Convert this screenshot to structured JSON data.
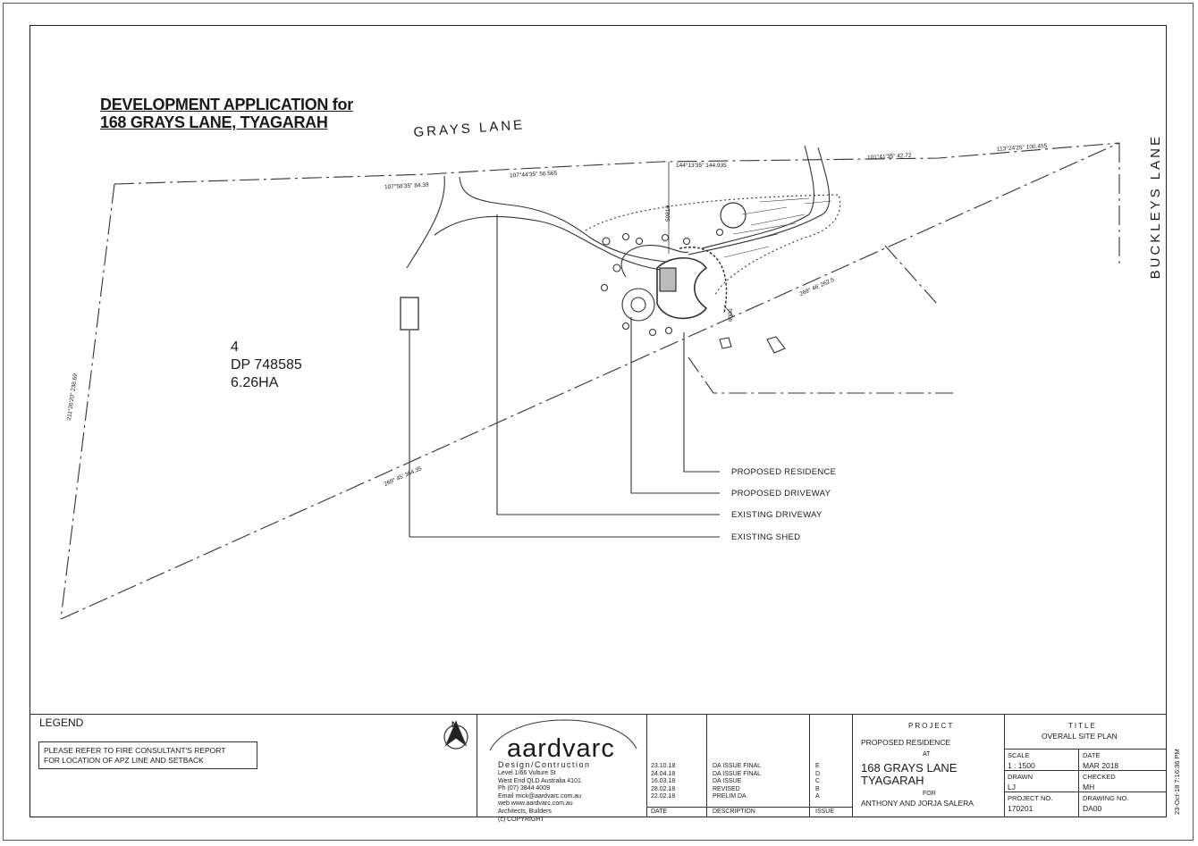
{
  "heading": {
    "line1": "DEVELOPMENT APPLICATION for",
    "line2": "168 GRAYS LANE, TYAGARAH"
  },
  "roads": {
    "grays_lane": "GRAYS LANE",
    "buckleys_lane": "BUCKLEYS LANE"
  },
  "lot": {
    "number": "4",
    "dp": "DP 748585",
    "area": "6.26HA"
  },
  "dimensions": {
    "d1": "107°58'35\"   84.39",
    "d2": "107°44'35\"   56.565",
    "d3": "144°13'35\"   144.935",
    "d4": "101°41'35\"   42.72",
    "d5": "113°24'25\"   100.455",
    "d6": "269° 46'   262.5",
    "d7": "269° 45'   364.35",
    "d8": "211°26'20\"  238.69",
    "d9": "50810",
    "d10": "6000"
  },
  "callouts": [
    "PROPOSED RESIDENCE",
    "PROPOSED DRIVEWAY",
    "EXISTING DRIVEWAY",
    "EXISTING SHED"
  ],
  "legend": {
    "title": "LEGEND",
    "note_line1": "PLEASE REFER TO FIRE CONSULTANT'S REPORT",
    "note_line2": "FOR LOCATION OF APZ LINE AND SETBACK"
  },
  "north": "N",
  "firm": {
    "logo": "aardvarc",
    "tagline": "Design/Contruction",
    "address_lines": [
      "Level 1/66 Vulture St",
      "West End QLD Australia 4101",
      "Ph (07) 3844 4009",
      "Email mick@aardvarc.com.au",
      "web www.aardvarc.com.au",
      "Architects, Builders",
      "(c) COPYRIGHT"
    ]
  },
  "revisions": {
    "headers": {
      "date": "DATE",
      "description": "DESCRIPTION",
      "issue": "ISSUE"
    },
    "rows": [
      {
        "date": "23.10.18",
        "description": "DA ISSUE FINAL",
        "issue": "E"
      },
      {
        "date": "24.04.18",
        "description": "DA ISSUE FINAL",
        "issue": "D"
      },
      {
        "date": "16.03.18",
        "description": "DA ISSUE",
        "issue": "C"
      },
      {
        "date": "28.02.18",
        "description": "REVISED",
        "issue": "B"
      },
      {
        "date": "22.02.18",
        "description": "PRELIM DA",
        "issue": "A"
      }
    ]
  },
  "project": {
    "label": "PROJECT",
    "name": "PROPOSED RESIDENCE",
    "at": "AT",
    "address1": "168 GRAYS LANE",
    "address2": "TYAGARAH",
    "for": "FOR",
    "client": "ANTHONY AND JORJA SALERA"
  },
  "title_block": {
    "label": "TITLE",
    "title": "OVERALL SITE PLAN",
    "scale_label": "SCALE",
    "scale": "1 : 1500",
    "date_label": "DATE",
    "date": "MAR 2018",
    "drawn_label": "DRAWN",
    "drawn": "LJ",
    "checked_label": "CHECKED",
    "checked": "MH",
    "project_no_label": "PROJECT NO.",
    "project_no": "170201",
    "drawing_no_label": "DRAWING NO.",
    "drawing_no": "DA00"
  },
  "print_stamp": "23-Oct-18 7:16:36 PM"
}
